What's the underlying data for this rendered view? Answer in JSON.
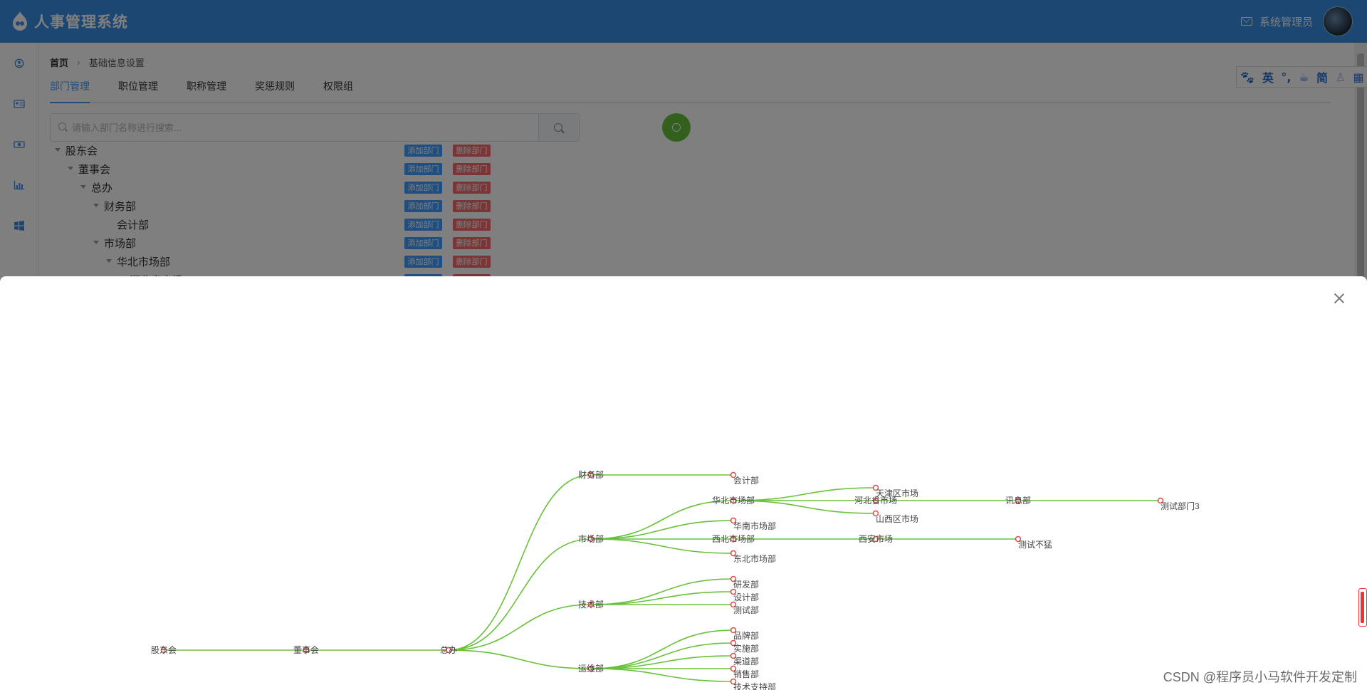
{
  "app": {
    "title": "人事管理系统",
    "user": "系统管理员"
  },
  "sidebar": {
    "icons": [
      "user-circle-icon",
      "id-card-icon",
      "money-icon",
      "bar-chart-icon",
      "windows-icon"
    ]
  },
  "breadcrumb": {
    "home": "首页",
    "current": "基础信息设置"
  },
  "tabs": [
    "部门管理",
    "职位管理",
    "职称管理",
    "奖惩规则",
    "权限组"
  ],
  "active_tab": 0,
  "search": {
    "placeholder": "请输入部门名称进行搜索..."
  },
  "tree": {
    "add_label": "添加部门",
    "delete_label": "删除部门",
    "rows": [
      {
        "label": "股东会",
        "level": 0,
        "expanded": true
      },
      {
        "label": "董事会",
        "level": 1,
        "expanded": true
      },
      {
        "label": "总办",
        "level": 2,
        "expanded": true
      },
      {
        "label": "财务部",
        "level": 3,
        "expanded": true
      },
      {
        "label": "会计部",
        "level": 4,
        "expanded": false,
        "leaf": true
      },
      {
        "label": "市场部",
        "level": 3,
        "expanded": true
      },
      {
        "label": "华北市场部",
        "level": 4,
        "expanded": true
      },
      {
        "label": "河北省市场",
        "level": 5,
        "expanded": false
      }
    ]
  },
  "ime": {
    "items": [
      "英",
      "°,",
      "简"
    ]
  },
  "org_chart": {
    "link_color": "#67c23a",
    "node_color": "#e04a4a",
    "nodes": [
      {
        "id": "gdh",
        "name": "股东会",
        "parent": null
      },
      {
        "id": "dsh",
        "name": "董事会",
        "parent": "gdh"
      },
      {
        "id": "zb",
        "name": "总办",
        "parent": "dsh"
      },
      {
        "id": "cwb",
        "name": "财务部",
        "parent": "zb"
      },
      {
        "id": "scb",
        "name": "市场部",
        "parent": "zb"
      },
      {
        "id": "jsb",
        "name": "技术部",
        "parent": "zb"
      },
      {
        "id": "yyb",
        "name": "运维部",
        "parent": "zb"
      },
      {
        "id": "kjb",
        "name": "会计部",
        "parent": "cwb"
      },
      {
        "id": "hbscb",
        "name": "华北市场部",
        "parent": "scb"
      },
      {
        "id": "hnscb",
        "name": "华南市场部",
        "parent": "scb"
      },
      {
        "id": "xbscb",
        "name": "西北市场部",
        "parent": "scb"
      },
      {
        "id": "dbscb",
        "name": "东北市场部",
        "parent": "scb"
      },
      {
        "id": "tjsc",
        "name": "天津区市场",
        "parent": "hbscb"
      },
      {
        "id": "hbsc",
        "name": "河北省市场",
        "parent": "hbscb"
      },
      {
        "id": "sxsc",
        "name": "山西区市场",
        "parent": "hbscb"
      },
      {
        "id": "xasc",
        "name": "西安市场",
        "parent": "xbscb"
      },
      {
        "id": "xxb",
        "name": "讯息部",
        "parent": "hbsc"
      },
      {
        "id": "csbm3",
        "name": "测试部门3",
        "parent": "xxb"
      },
      {
        "id": "csbm",
        "name": "测试不猛",
        "parent": "xasc"
      },
      {
        "id": "yfb",
        "name": "研发部",
        "parent": "jsb"
      },
      {
        "id": "sjb",
        "name": "设计部",
        "parent": "jsb"
      },
      {
        "id": "csb",
        "name": "测试部",
        "parent": "jsb"
      },
      {
        "id": "ppb",
        "name": "品牌部",
        "parent": "yyb"
      },
      {
        "id": "ssb",
        "name": "实施部",
        "parent": "yyb"
      },
      {
        "id": "qdb",
        "name": "渠道部",
        "parent": "yyb"
      },
      {
        "id": "xsb",
        "name": "销售部",
        "parent": "yyb"
      },
      {
        "id": "jszcb",
        "name": "技术支持部",
        "parent": "yyb"
      }
    ]
  },
  "watermark": "CSDN @程序员小马软件开发定制"
}
